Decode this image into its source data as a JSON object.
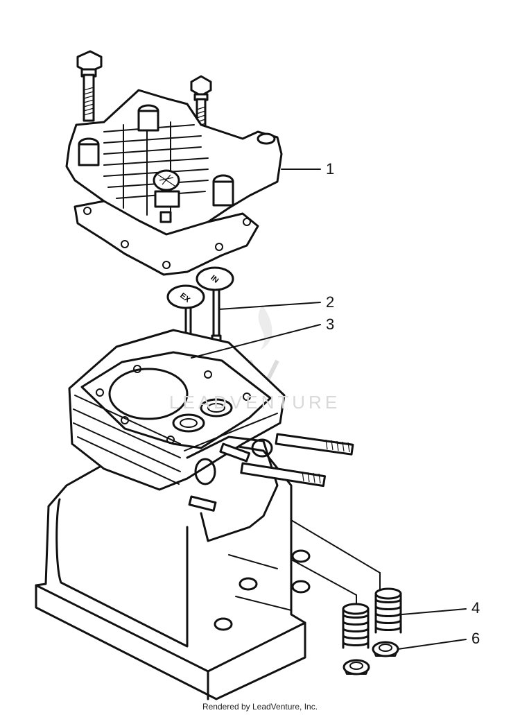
{
  "callouts": [
    {
      "id": "1",
      "label": "1"
    },
    {
      "id": "2",
      "label": "2"
    },
    {
      "id": "3",
      "label": "3"
    },
    {
      "id": "4",
      "label": "4"
    },
    {
      "id": "6",
      "label": "6"
    }
  ],
  "valve_labels": {
    "exhaust": "EX",
    "intake": "IN"
  },
  "watermark": "LEADVENTURE",
  "footer": "Rendered by LeadVenture, Inc."
}
